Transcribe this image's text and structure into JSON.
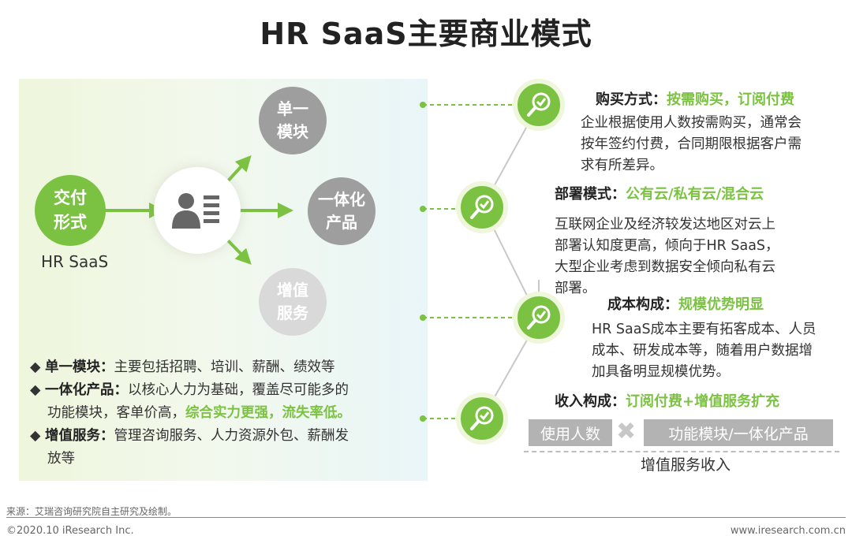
{
  "title": "HR SaaS主要商业模式",
  "left": {
    "hub": {
      "line1": "交付",
      "line2": "形式",
      "caption": "HR SaaS"
    },
    "center_icon": "user-list-icon",
    "modules": [
      {
        "line1": "单一",
        "line2": "模块"
      },
      {
        "line1": "一体化",
        "line2": "产品"
      },
      {
        "line1": "增值",
        "line2": "服务"
      }
    ],
    "bullets": [
      {
        "marker": "◆",
        "key": "单一模块：",
        "text": "主要包括招聘、培训、薪酬、绩效等"
      },
      {
        "marker": "◆",
        "key": "一体化产品：",
        "text": "以核心人力为基础，覆盖尽可能多的",
        "cont": "功能模块，客单价高，",
        "highlight": "综合实力更强，流失率低。"
      },
      {
        "marker": "◆",
        "key": "增值服务：",
        "text": "管理咨询服务、人力资源外包、薪酬发",
        "cont": "放等"
      }
    ]
  },
  "right": {
    "node_icon": "search-check-icon",
    "items": [
      {
        "head": "购买方式：",
        "value": "按需购买，订阅付费",
        "body": [
          "企业根据使用人数按需购买，通常会",
          "按年签约付费，合同期限根据客户需",
          "求有所差异。"
        ]
      },
      {
        "head": "部署模式：",
        "value": "公有云/私有云/混合云",
        "body": [
          "互联网企业及经济较发达地区对云上",
          "部署认知度更高，倾向于HR SaaS，",
          "大型企业考虑到数据安全倾向私有云",
          "部署。"
        ]
      },
      {
        "head": "成本构成：",
        "value": "规模优势明显",
        "body": [
          "HR SaaS成本主要有拓客成本、人员",
          "成本、研发成本等，随着用户数据增",
          "加具备明显规模优势。"
        ]
      },
      {
        "head": "收入构成：",
        "value": "订阅付费+增值服务扩充"
      }
    ],
    "formula": {
      "left": "使用人数",
      "op": "✖",
      "right": "功能模块/一体化产品",
      "bottom": "增值服务收入"
    }
  },
  "footer": {
    "source": "来源：艾瑞咨询研究院自主研究及绘制。",
    "copyright": "©2020.10 iResearch Inc.",
    "site": "www.iresearch.com.cn"
  },
  "colors": {
    "accent": "#7cc242",
    "gray": "#9e9e9e",
    "box": "#b3b3b3"
  }
}
